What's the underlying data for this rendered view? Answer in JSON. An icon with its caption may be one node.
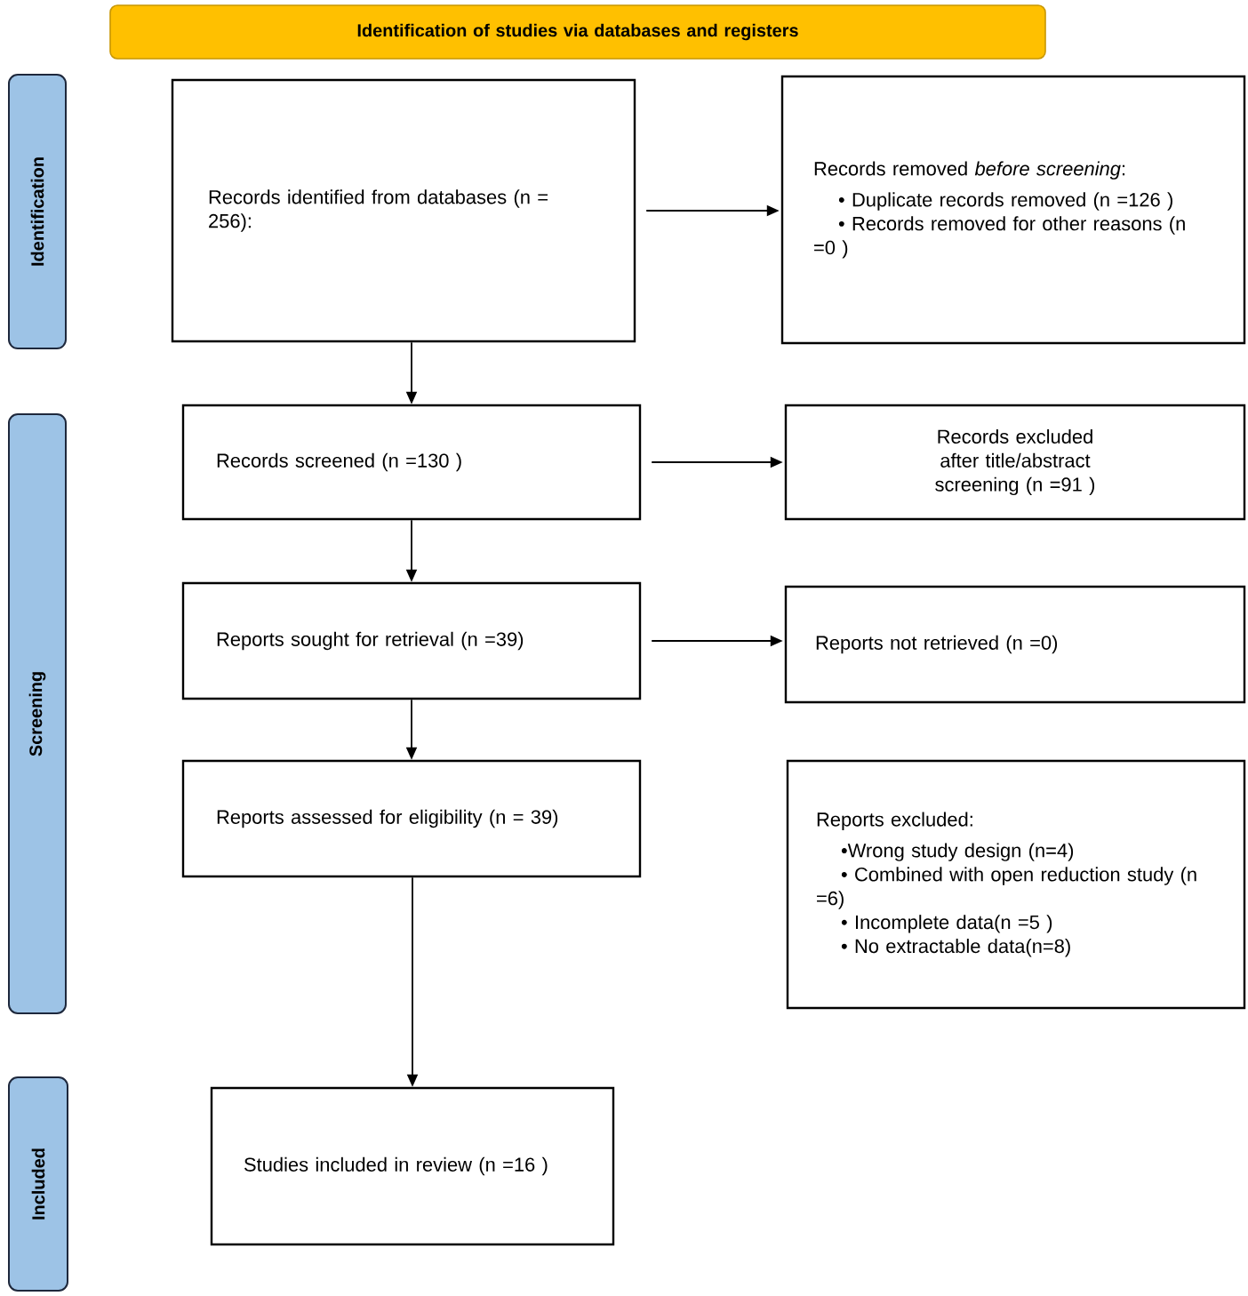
{
  "diagram": {
    "nodes": [
      {
        "text": [
          "Identification of studies via databases and registers"
        ]
      },
      {
        "text": [
          "Identification"
        ]
      },
      {
        "text": [
          "Screening"
        ]
      },
      {
        "text": [
          "Included"
        ]
      },
      {
        "text": [
          "Records identified from databases (n = 256):"
        ]
      },
      {
        "text": [
          "Records removed *before screening*:",
          "• Duplicate records removed (n =126 )",
          "• Records removed for other reasons (n =0 )"
        ]
      },
      {
        "text": [
          "Records screened (n =130 )"
        ]
      },
      {
        "text": [
          "Records excluded after title/abstract screening (n =91 )"
        ]
      },
      {
        "text": [
          "Reports sought for retrieval (n =39)"
        ]
      },
      {
        "text": [
          "Reports not retrieved (n =0)"
        ]
      },
      {
        "text": [
          "Reports assessed for eligibility (n = 39)"
        ]
      },
      {
        "text": [
          "Reports excluded:",
          "•Wrong study design (n=4)",
          "• Combined with open reduction study (n =6)",
          "• Incomplete data(n =5 )",
          "• No extractable data(n=8)"
        ]
      },
      {
        "text": [
          "Studies included in review (n =16 )"
        ]
      }
    ],
    "edges": [
      {
        "from": 4,
        "to": 5,
        "arrow": "to"
      },
      {
        "from": 4,
        "to": 6,
        "arrow": "to"
      },
      {
        "from": 6,
        "to": 7,
        "arrow": "to"
      },
      {
        "from": 6,
        "to": 8,
        "arrow": "to"
      },
      {
        "from": 8,
        "to": 9,
        "arrow": "to"
      },
      {
        "from": 8,
        "to": 10,
        "arrow": "to"
      },
      {
        "from": 10,
        "to": 12,
        "arrow": "to"
      }
    ]
  }
}
